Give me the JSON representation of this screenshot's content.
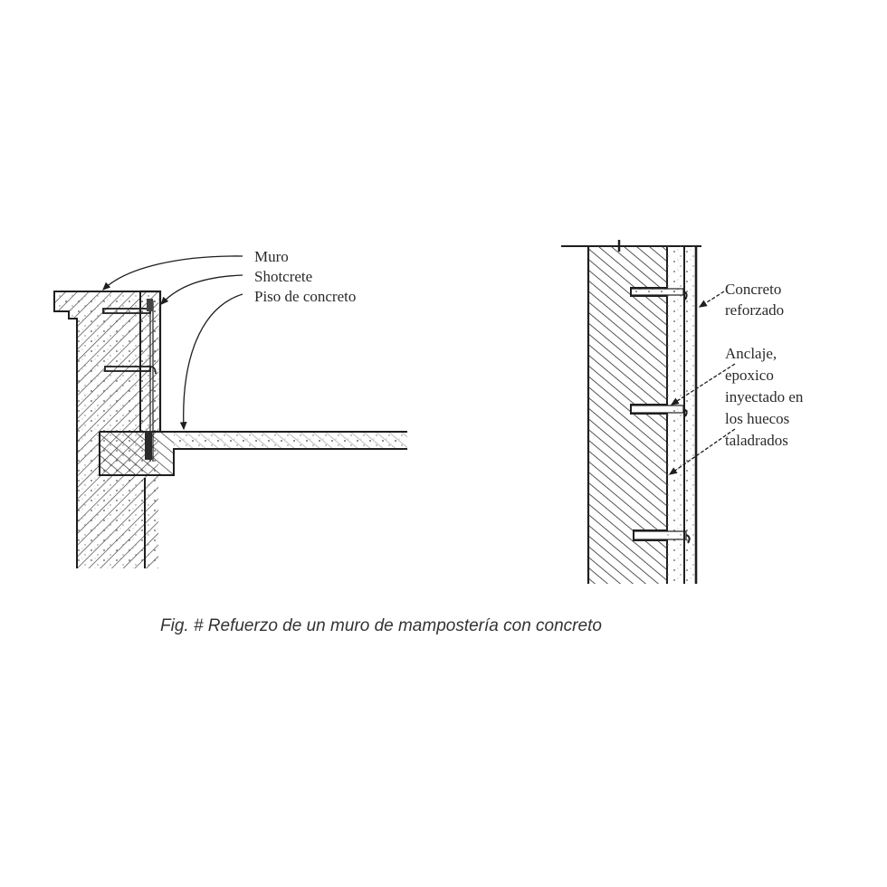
{
  "figure": {
    "caption": "Fig. # Refuerzo de un muro de mampostería con concreto",
    "left_detail": {
      "labels": {
        "muro": "Muro",
        "shotcrete": "Shotcrete",
        "piso": "Piso de concreto"
      }
    },
    "right_detail": {
      "labels": {
        "concreto_line1": "Concreto",
        "concreto_line2": "reforzado",
        "anclaje_line1": "Anclaje,",
        "anclaje_line2": "epoxico",
        "anclaje_line3": "inyectado en",
        "anclaje_line4": "los huecos",
        "anclaje_line5": "taladrados"
      }
    },
    "colors": {
      "ink": "#1e1e1e",
      "background": "#ffffff",
      "caption": "#333333"
    }
  }
}
